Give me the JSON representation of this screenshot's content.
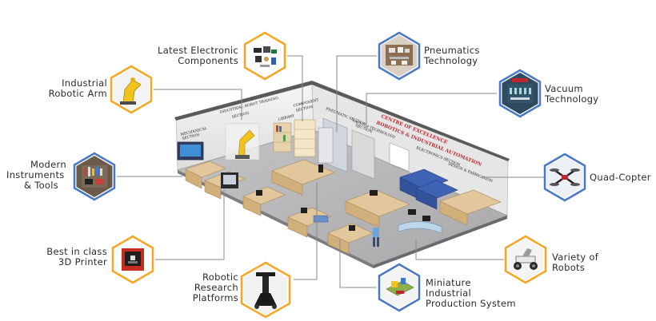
{
  "callouts": {
    "latest_components": {
      "lines": [
        "Latest Electronic",
        "Components"
      ],
      "icon": "electronic-components-icon"
    },
    "industrial_arm": {
      "lines": [
        "Industrial",
        "Robotic Arm"
      ],
      "icon": "robotic-arm-icon"
    },
    "modern_instruments": {
      "lines": [
        "Modern",
        "Instruments",
        "& Tools"
      ],
      "icon": "tools-icon"
    },
    "printer_3d": {
      "lines": [
        "Best in class",
        "3D Printer"
      ],
      "icon": "3d-printer-icon"
    },
    "research_platforms": {
      "lines": [
        "Robotic",
        "Research",
        "Platforms"
      ],
      "icon": "research-robot-icon"
    },
    "pneumatics": {
      "lines": [
        "Pneumatics",
        "Technology"
      ],
      "icon": "pneumatics-icon"
    },
    "vacuum": {
      "lines": [
        "Vacuum",
        "Technology"
      ],
      "icon": "vacuum-icon"
    },
    "quadcopter": {
      "lines": [
        "Quad-Copter"
      ],
      "icon": "quadcopter-icon"
    },
    "variety_robots": {
      "lines": [
        "Variety of",
        "Robots"
      ],
      "icon": "wheeled-robot-icon"
    },
    "miniature_production": {
      "lines": [
        "Miniature",
        "Industrial",
        "Production System"
      ],
      "icon": "production-system-icon"
    }
  },
  "lab": {
    "signs": {
      "industrial_training": [
        "INDUSTRIAL ROBOT TRAINING",
        "SECTION"
      ],
      "library": "LIBRARY",
      "component_section": [
        "COMPONENT",
        "SECTION"
      ],
      "mechanical": [
        "MECHANICAL",
        "SECTION"
      ],
      "pneumatic": "PNEUMATIC SECTION",
      "vacuum_section": [
        "VACUUM TECHNOLOGY",
        "SECTION"
      ],
      "electronics": "ELECTRONICS SECTION",
      "design": "DESIGN & FABRICATION",
      "centre": [
        "CENTRE OF EXCELLENCE",
        "ROBOTICS & INDUSTRIAL AUTOMATION"
      ]
    }
  },
  "colors": {
    "hex_border": "#f5a623",
    "accent_blue": "#4a78c8",
    "leader_line": "#8a8a8a",
    "floor": "#b9b9bb",
    "wall": "#ececec",
    "furniture": "#e3c79c",
    "sign_red": "#c0272d"
  }
}
